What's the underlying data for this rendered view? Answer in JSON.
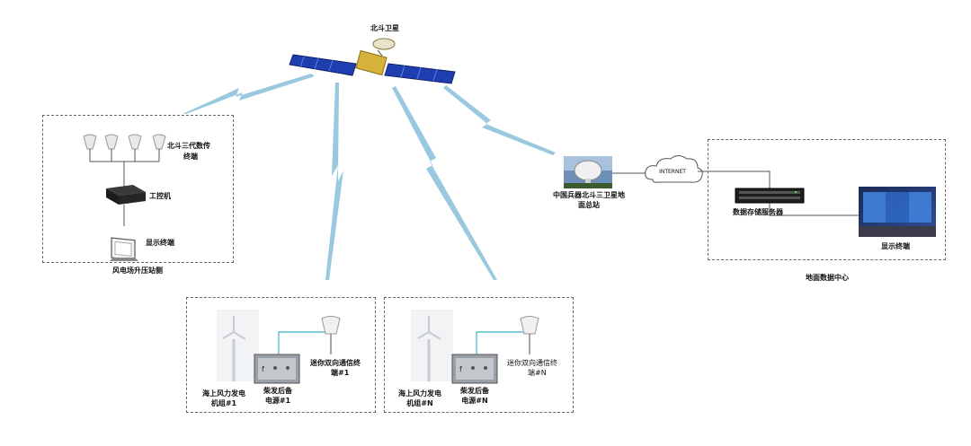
{
  "satellite": {
    "title": "北斗卫星"
  },
  "left_station": {
    "caption": "风电场升压站侧",
    "terminal_line1": "北斗三代数传",
    "terminal_line2": "终端",
    "ipc_label": "工控机",
    "display_label": "显示终端"
  },
  "ground_station": {
    "line1": "中国兵器北斗三卫星地",
    "line2": "面总站"
  },
  "cloud_label": "INTERNET",
  "data_center": {
    "caption": "地面数据中心",
    "server_label": "数据存储服务器",
    "display_label": "显示终端"
  },
  "turbine_1": {
    "turbine_line1": "海上风力发电",
    "turbine_line2": "机组#1",
    "power_line1": "柴发后备",
    "power_line2": "电源#1",
    "terminal_line1": "迷你双向通信终",
    "terminal_line2": "端#1"
  },
  "turbine_n": {
    "turbine_line1": "海上风力发电",
    "turbine_line2": "机组#N",
    "power_line1": "柴发后备",
    "power_line2": "电源#N",
    "terminal_line1": "迷你双向通信终",
    "terminal_line2": "端#N"
  },
  "colors": {
    "link": "#8ec3dc",
    "solar_panel": "#1f3fb0",
    "cyan_wire": "#3fb3c6",
    "dashed_border": "#666666"
  }
}
